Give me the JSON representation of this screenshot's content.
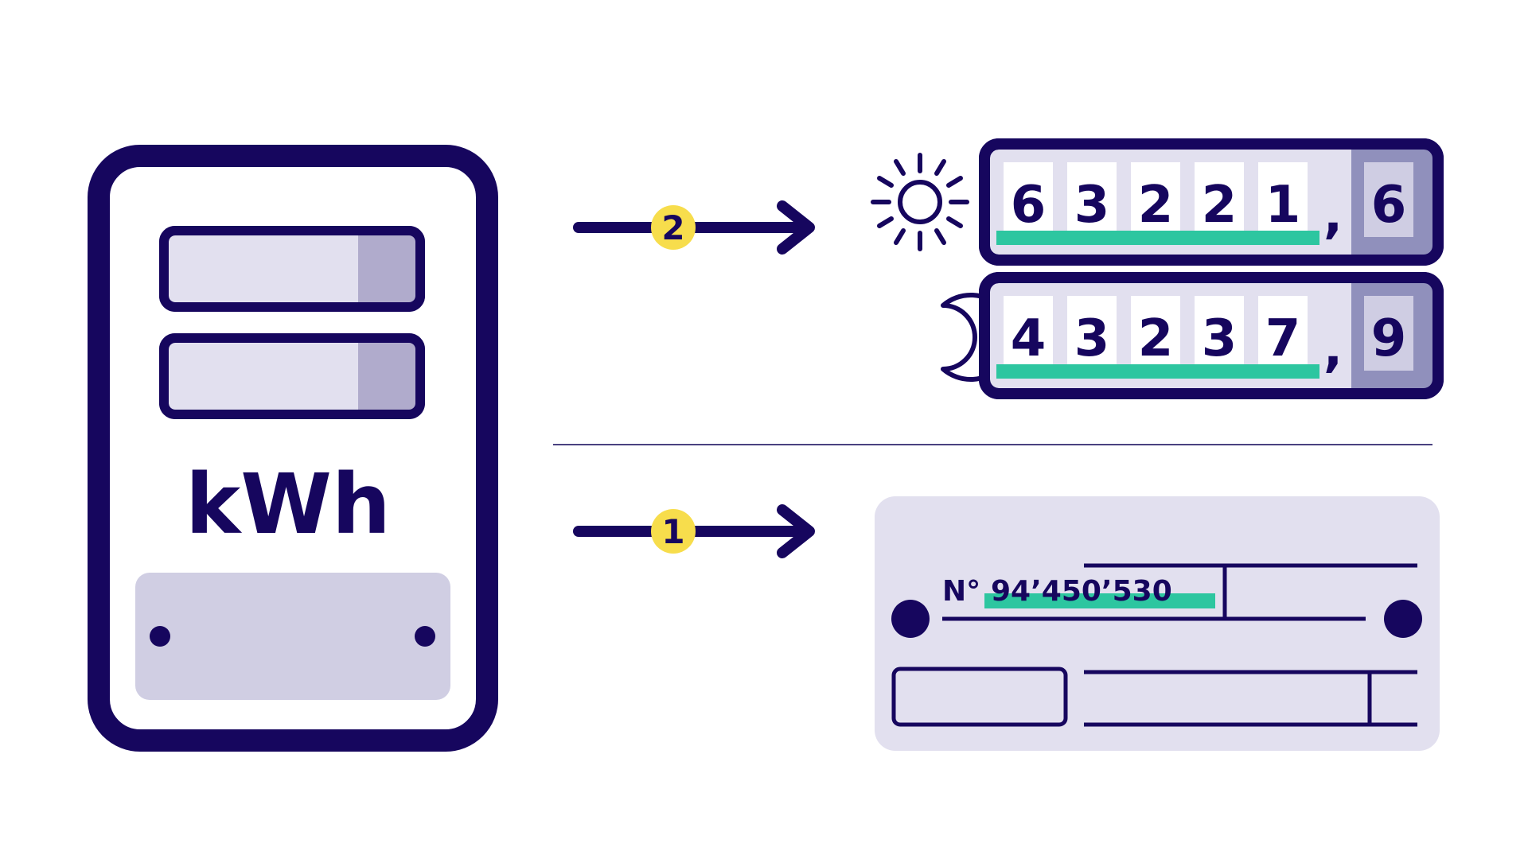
{
  "colors": {
    "navy": "#16065e",
    "panel": "#e2e0ef",
    "panel_shade": "#b0abcc",
    "panel_plate": "#d0cee3",
    "digit_bg": "#ffffff",
    "highlight": "#2dc6a0",
    "badge": "#f7dd4c",
    "separator": "#4a4280"
  },
  "meter": {
    "unit_label": "kWh"
  },
  "steps": {
    "step_1": "1",
    "step_2": "2"
  },
  "day_reading": {
    "icon": "sun-icon",
    "digits": [
      "6",
      "3",
      "2",
      "2",
      "1"
    ],
    "separator": ",",
    "decimal": "6"
  },
  "night_reading": {
    "icon": "moon-icon",
    "digits": [
      "4",
      "3",
      "2",
      "3",
      "7"
    ],
    "separator": ",",
    "decimal": "9"
  },
  "nameplate": {
    "number_prefix": "N°",
    "number": "94’450’530"
  }
}
